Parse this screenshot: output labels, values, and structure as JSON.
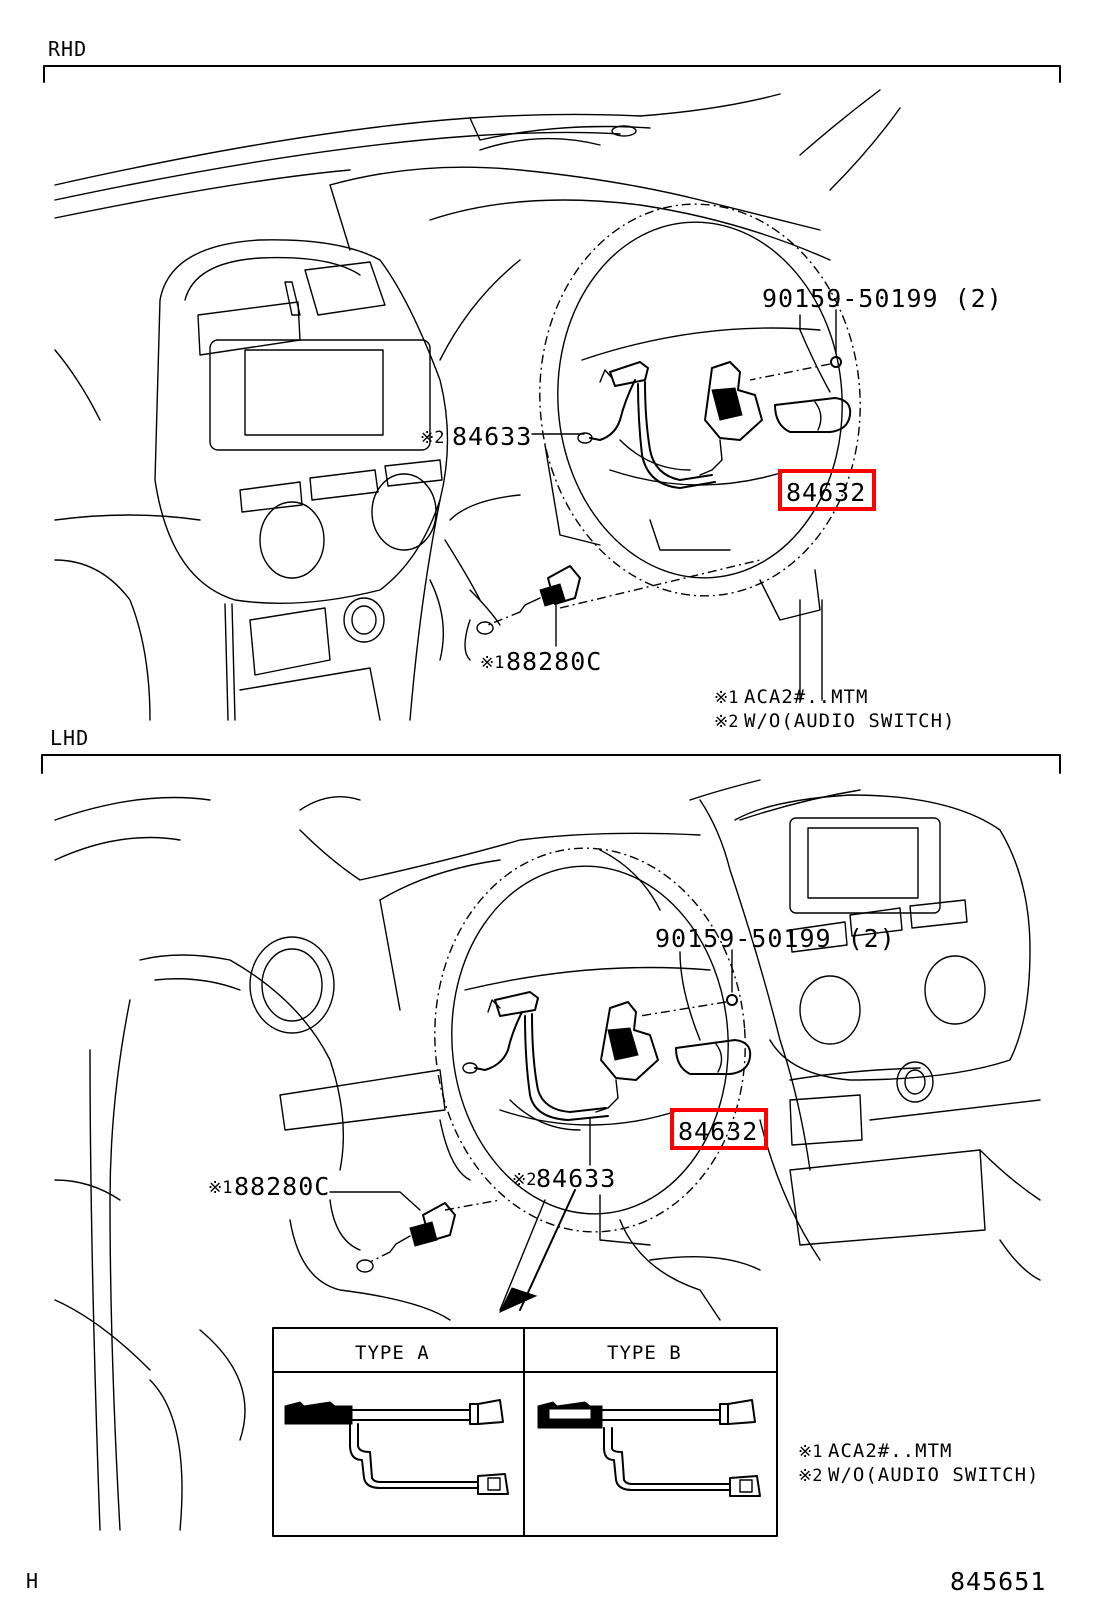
{
  "sections": {
    "rhd": {
      "title": "RHD",
      "callouts": {
        "bolt": "90159-50199 (2)",
        "wire_mark": "※2",
        "wire_part": "84633",
        "switch_part": "84632",
        "sensor_mark": "※1",
        "sensor_part": "88280C"
      },
      "notes": [
        {
          "mark": "※1",
          "text": "ACA2#..MTM"
        },
        {
          "mark": "※2",
          "text": "W/O(AUDIO SWITCH)"
        }
      ]
    },
    "lhd": {
      "title": "LHD",
      "callouts": {
        "bolt": "90159-50199 (2)",
        "wire_mark": "※2",
        "wire_part": "84633",
        "switch_part": "84632",
        "sensor_mark": "※1",
        "sensor_part": "88280C"
      },
      "types": [
        "TYPE A",
        "TYPE B"
      ],
      "notes": [
        {
          "mark": "※1",
          "text": "ACA2#..MTM"
        },
        {
          "mark": "※2",
          "text": "W/O(AUDIO SWITCH)"
        }
      ]
    }
  },
  "footer": {
    "left": "H",
    "right": "845651"
  },
  "highlight_color": "#ff0000"
}
